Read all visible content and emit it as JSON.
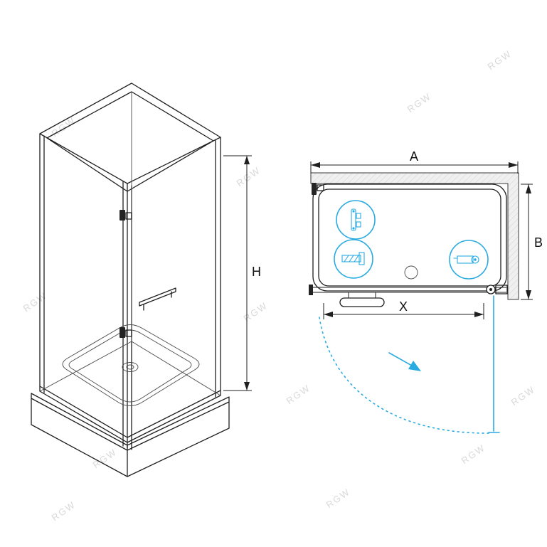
{
  "diagram": {
    "watermark": "RGW",
    "labels": {
      "height": "H",
      "width": "A",
      "depth": "B",
      "door_width": "X"
    },
    "colors": {
      "line": "#1f1f1f",
      "accent_blue": "#29abe2",
      "wall_fill": "#f0f0f0",
      "wall_hatch": "#dadada",
      "watermark": "#d9d9d9"
    },
    "callouts": [
      {
        "name": "hinge-detail"
      },
      {
        "name": "bottom-profile-detail"
      },
      {
        "name": "wall-mount-detail"
      }
    ]
  }
}
